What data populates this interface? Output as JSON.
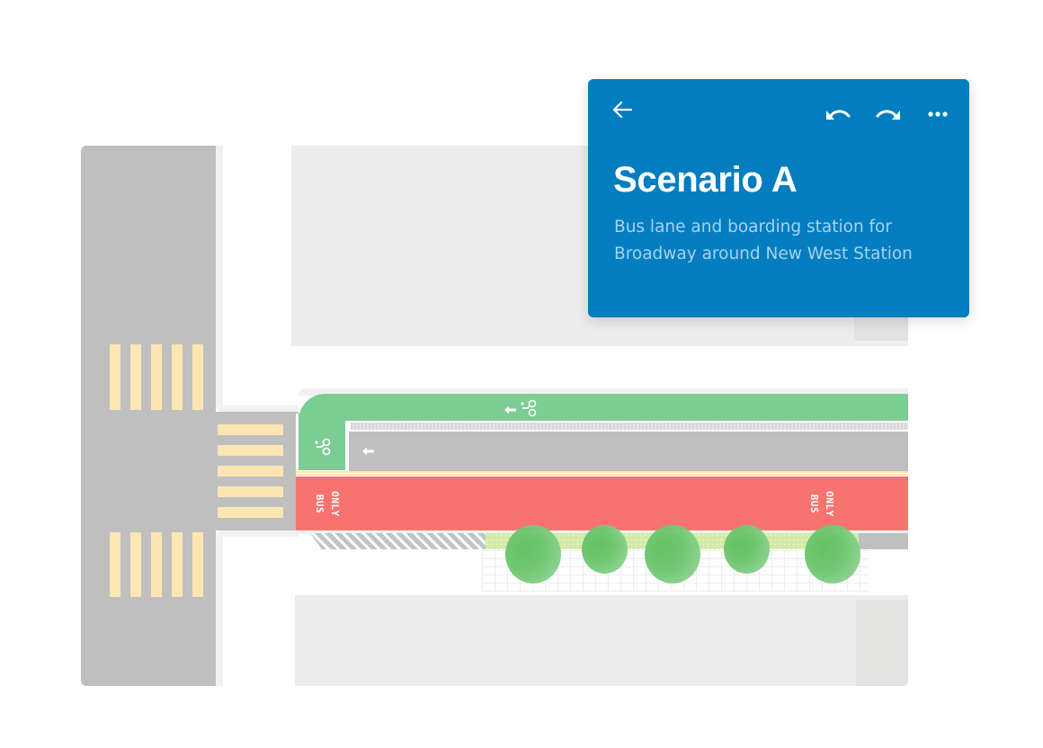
{
  "panel": {
    "title": "Scenario A",
    "description": "Bus lane and boarding station for Broadway around New West Station",
    "back_icon": "arrow-left-icon",
    "undo_icon": "undo-icon",
    "redo_icon": "redo-icon",
    "more_icon": "more-horizontal-icon",
    "background_color": "#017dc0"
  },
  "map": {
    "lanes": [
      {
        "type": "bike-lane",
        "direction": "westbound",
        "color": "#7ccd93",
        "icon": "bicycle-icon"
      },
      {
        "type": "travel-lane",
        "direction": "westbound",
        "color": "#bfbfbf",
        "icon": "arrow-left-icon"
      },
      {
        "type": "bus-lane",
        "color": "#f77370",
        "markings": [
          "BUS",
          "ONLY"
        ]
      }
    ],
    "bus_marking_top": "ONLY",
    "bus_marking_bottom": "BUS",
    "tree_count": 5,
    "crosswalk_color": "#fde6b4"
  }
}
